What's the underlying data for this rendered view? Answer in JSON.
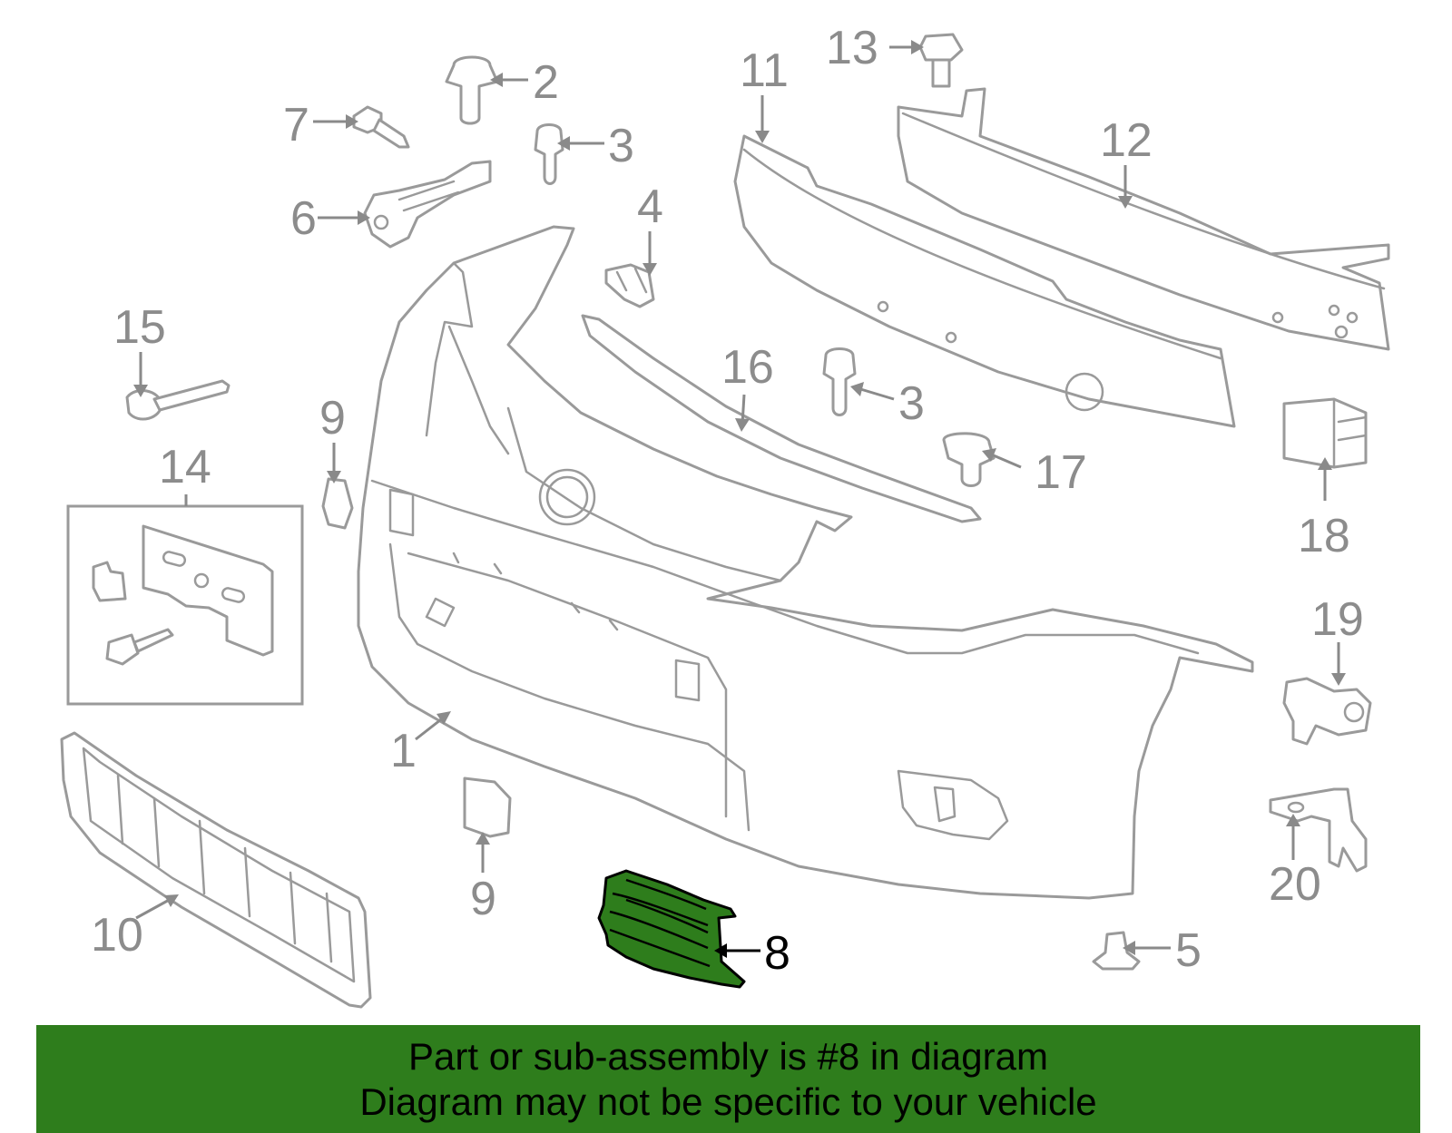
{
  "colors": {
    "highlight_part": "#2e7d1c",
    "banner_bg": "#2e7d1c",
    "outline": "#9a9a9a",
    "callout_text": "#8c8c8c"
  },
  "callouts": {
    "c1": "1",
    "c2": "2",
    "c3a": "3",
    "c3b": "3",
    "c4": "4",
    "c5": "5",
    "c6": "6",
    "c7": "7",
    "c8": "8",
    "c9a": "9",
    "c9b": "9",
    "c10": "10",
    "c11": "11",
    "c12": "12",
    "c13": "13",
    "c14": "14",
    "c15": "15",
    "c16": "16",
    "c17": "17",
    "c18": "18",
    "c19": "19",
    "c20": "20"
  },
  "banner": {
    "line1": "Part or sub-assembly is #8 in diagram",
    "line2": "Diagram may not be specific to your vehicle"
  }
}
